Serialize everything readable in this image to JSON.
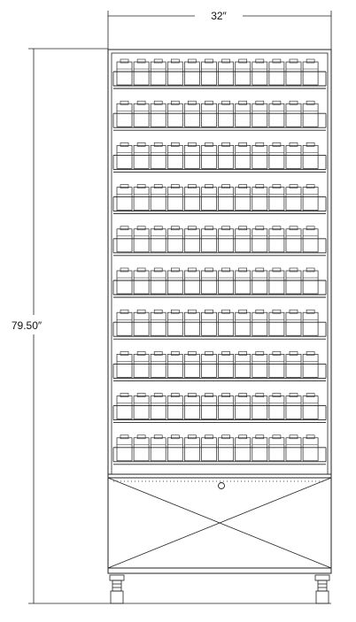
{
  "dimensions": {
    "width_label": "32″",
    "height_label": "79.50″"
  },
  "cabinet": {
    "shelf_count": 10,
    "bottles_per_shelf": 12,
    "has_base_cabinet": true,
    "has_leveling_feet": true
  }
}
